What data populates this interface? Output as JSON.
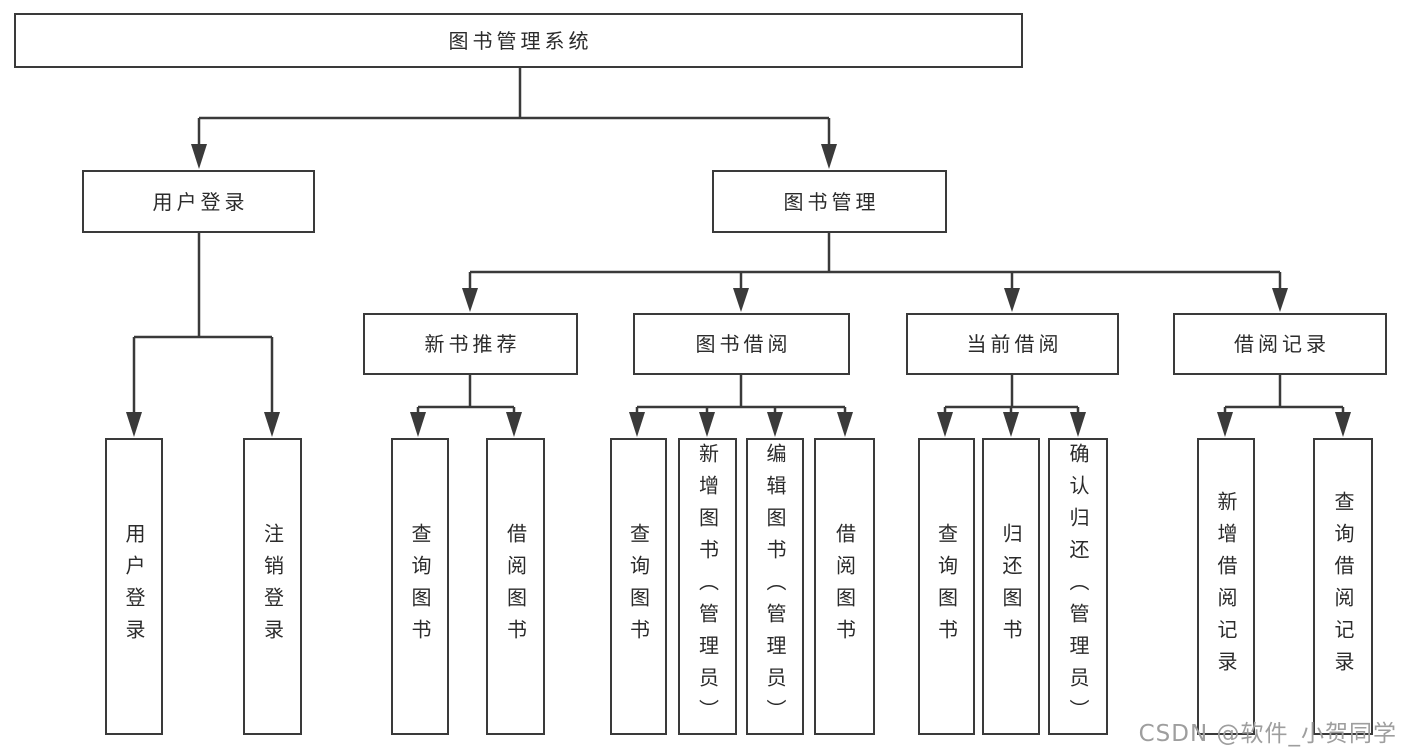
{
  "colors": {
    "line": "#3a3a3a",
    "box_background": "#ffffff",
    "text": "#2b2b2b",
    "watermark": "#9e9e9e"
  },
  "watermark": {
    "text": "CSDN @软件_小贺同学"
  },
  "tree": {
    "label": "图书管理系统",
    "children": [
      {
        "label": "用户登录",
        "children": [
          {
            "label": "用户登录"
          },
          {
            "label": "注销登录"
          }
        ]
      },
      {
        "label": "图书管理",
        "children": [
          {
            "label": "新书推荐",
            "children": [
              {
                "label": "查询图书"
              },
              {
                "label": "借阅图书"
              }
            ]
          },
          {
            "label": "图书借阅",
            "children": [
              {
                "label": "查询图书"
              },
              {
                "label": "新增图书（管理员）"
              },
              {
                "label": "编辑图书（管理员）"
              },
              {
                "label": "借阅图书"
              }
            ]
          },
          {
            "label": "当前借阅",
            "children": [
              {
                "label": "查询图书"
              },
              {
                "label": "归还图书"
              },
              {
                "label": "确认归还（管理员）"
              }
            ]
          },
          {
            "label": "借阅记录",
            "children": [
              {
                "label": "新增借阅记录"
              },
              {
                "label": "查询借阅记录"
              }
            ]
          }
        ]
      }
    ]
  }
}
